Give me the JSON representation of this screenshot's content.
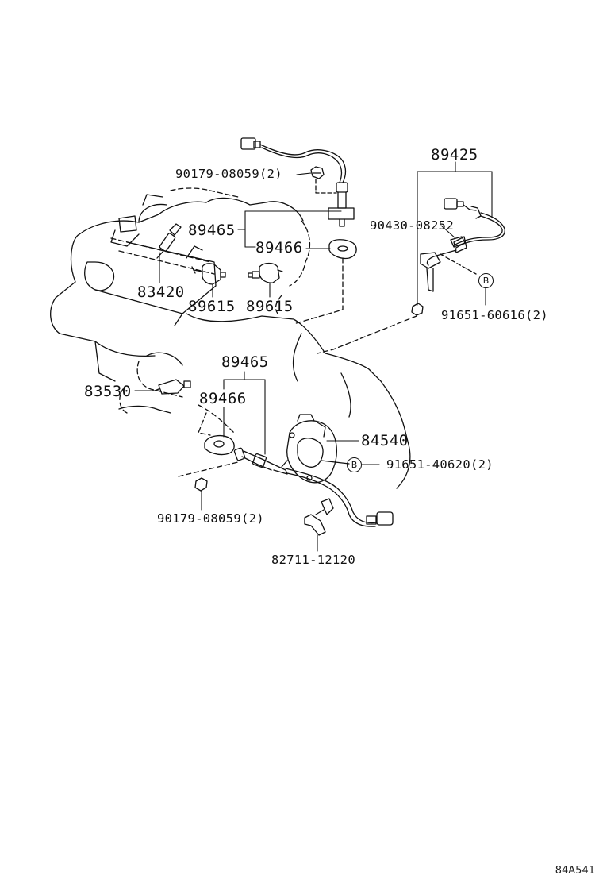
{
  "parts": {
    "p89425": "89425",
    "p90179_top": "90179-08059(2)",
    "p90430": "90430-08252",
    "p89465_top": "89465",
    "p89466_top": "89466",
    "p83420": "83420",
    "p89615_left": "89615",
    "p89615_right": "89615",
    "p91651_60616": "91651-60616(2)",
    "p89465_bottom": "89465",
    "p83530": "83530",
    "p89466_bottom": "89466",
    "p84540": "84540",
    "p91651_40620": "91651-40620(2)",
    "p90179_bottom": "90179-08059(2)",
    "p82711": "82711-12120"
  },
  "callouts": {
    "ref_b_1": "B",
    "ref_b_2": "B"
  },
  "diagram_code": "84A541"
}
